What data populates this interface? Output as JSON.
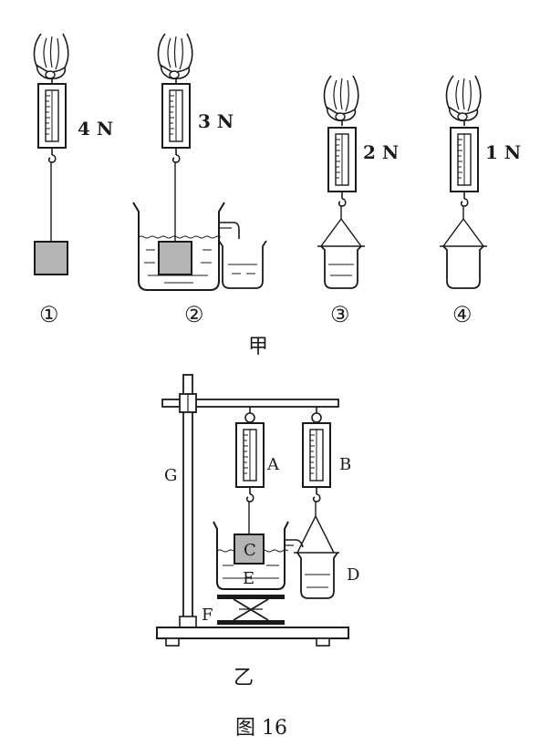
{
  "panel_jia": {
    "readings": [
      "4 N",
      "3 N",
      "2 N",
      "1 N"
    ],
    "step_marks": [
      "①",
      "②",
      "③",
      "④"
    ],
    "caption": "甲"
  },
  "panel_yi": {
    "labels": {
      "A": "A",
      "B": "B",
      "C": "C",
      "D": "D",
      "E": "E",
      "F": "F",
      "G": "G"
    },
    "caption": "乙"
  },
  "figure_caption": "图 16",
  "colors": {
    "ink": "#1a1a1a",
    "block_fill": "#b4b4b4",
    "paper": "#ffffff"
  },
  "icons": [
    "hand-icon",
    "spring-scale-icon",
    "beaker-icon",
    "overflow-cup-icon",
    "iron-stand-icon",
    "lift-table-icon"
  ]
}
